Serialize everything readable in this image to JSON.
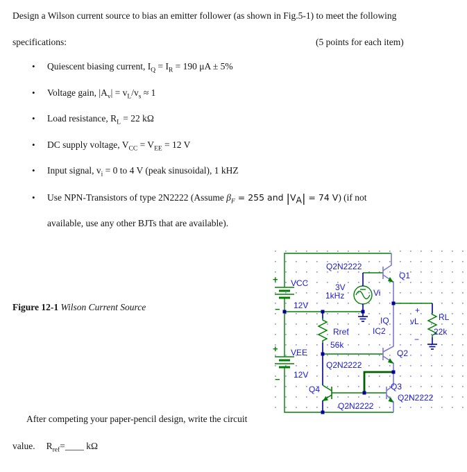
{
  "doc": {
    "line1": "Design a Wilson current source to bias an emitter follower (as shown in Fig.5-1) to meet the following",
    "line2": "specifications:",
    "points_note": "(5 points for each item)",
    "bullet_glyph": "•",
    "b1": [
      "Quiescent biasing current, I",
      "Q",
      " = I",
      "R",
      " = 190 μA ± 5%"
    ],
    "b2": [
      "Voltage gain, |A",
      "v",
      "| = v",
      "L",
      "/v",
      "s",
      " ≈ 1"
    ],
    "b3": [
      "Load resistance, R",
      "L",
      " = 22 kΩ"
    ],
    "b4": [
      "DC supply voltage, V",
      "CC",
      " = V",
      "EE",
      " = 12 V"
    ],
    "b5": [
      "Input signal, v",
      "i",
      " = 0 to 4 V (peak sinusoidal), 1 kHZ"
    ],
    "b6a": [
      "Use NPN-Transistors of type 2N2222 (Assume ",
      "β",
      "F",
      " = 255 and ",
      "|",
      "V",
      "A",
      "|",
      " = 74 V",
      ") (if not"
    ],
    "b6b": "available, use any other BJTs that are available).",
    "caption_bold": "Figure 12-1",
    "caption_italic": " Wilson Current Source",
    "footer1": "After competing your paper-pencil design, write the circuit",
    "footer2_label": "value.",
    "footer2": [
      "R",
      "ref",
      "=",
      "____",
      " kΩ"
    ]
  },
  "fig": {
    "labels": {
      "model": "Q2N2222",
      "q1": "Q1",
      "q2": "Q2",
      "q3": "Q3",
      "q4": "Q4",
      "vcc": "VCC",
      "vee": "VEE",
      "v12": "12V",
      "plus": "+",
      "minus": "−",
      "src_amp": "3V",
      "src_freq": "1kHz",
      "src_name": "Vi",
      "iq": "IQ",
      "ic2": "IC2",
      "rref": "Rref",
      "rref_val": "56k",
      "rl": "RL",
      "rl_val": "22k",
      "vl": "vL"
    },
    "colors": {
      "wire": "#008000",
      "navy": "#000099",
      "device": "#7b7bd4",
      "label": "#1b1bd4",
      "thick": "#005f00",
      "grid": "#9090dd"
    }
  }
}
